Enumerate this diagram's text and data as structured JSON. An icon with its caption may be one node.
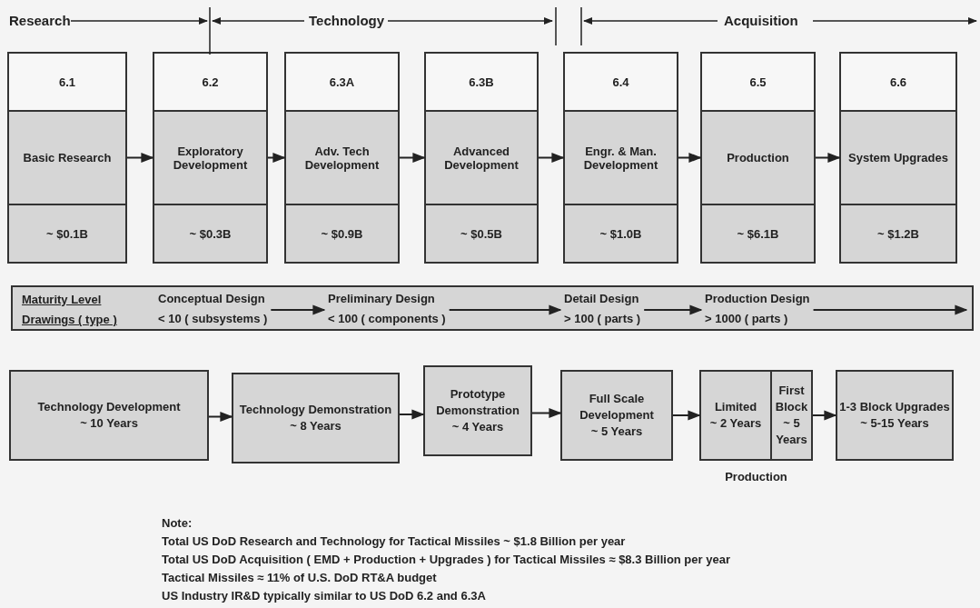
{
  "diagram": {
    "nodes": [
      {
        "text": [
          "6.1",
          "Basic Research",
          "~ $0.1B"
        ]
      },
      {
        "text": [
          "6.2",
          "Exploratory Development",
          "~ $0.3B"
        ]
      },
      {
        "text": [
          "6.3A",
          "Adv. Tech Development",
          "~ $0.9B"
        ]
      },
      {
        "text": [
          "6.3B",
          "Advanced Development",
          "~ $0.5B"
        ]
      },
      {
        "text": [
          "6.4",
          "Engr. & Man. Development",
          "~ $1.0B"
        ]
      },
      {
        "text": [
          "6.5",
          "Production",
          "~ $6.1B"
        ]
      },
      {
        "text": [
          "6.6",
          "System Upgrades",
          "~ $1.2B"
        ]
      },
      {
        "text": [
          "Maturity Level",
          "Drawings ( type )"
        ]
      },
      {
        "text": [
          "Conceptual Design",
          "< 10 ( subsystems )"
        ],
        "in": 7
      },
      {
        "text": [
          "Preliminary Design",
          "< 100 ( components )"
        ],
        "in": 7
      },
      {
        "text": [
          "Detail Design",
          "> 100 ( parts )"
        ],
        "in": 7
      },
      {
        "text": [
          "Production Design",
          "> 1000 ( parts )"
        ],
        "in": 7
      },
      {
        "text": [
          "Technology Development",
          "~ 10 Years"
        ]
      },
      {
        "text": [
          "Technology Demonstration",
          "~ 8 Years"
        ]
      },
      {
        "text": [
          "Prototype Demonstration",
          "~ 4 Years"
        ]
      },
      {
        "text": [
          "Full Scale Development",
          "~ 5 Years"
        ]
      },
      {
        "text": [
          "Production"
        ]
      },
      {
        "text": [
          "Limited",
          "~ 2 Years"
        ],
        "in": 16
      },
      {
        "text": [
          "First Block",
          "~ 5 Years"
        ],
        "in": 16
      },
      {
        "text": [
          "1-3 Block Upgrades",
          "~ 5-15 Years"
        ]
      }
    ],
    "edges": [
      {
        "from": 0,
        "to": 1,
        "arrow": "to"
      },
      {
        "from": 1,
        "to": 2,
        "arrow": "to"
      },
      {
        "from": 2,
        "to": 3,
        "arrow": "to"
      },
      {
        "from": 3,
        "to": 4,
        "arrow": "to"
      },
      {
        "from": 4,
        "to": 5,
        "arrow": "to"
      },
      {
        "from": 5,
        "to": 6,
        "arrow": "to"
      },
      {
        "from": 8,
        "to": 9,
        "arrow": "to"
      },
      {
        "from": 9,
        "to": 10,
        "arrow": "to"
      },
      {
        "from": 10,
        "to": 11,
        "arrow": "to"
      },
      {
        "from": 11,
        "to": null,
        "arrow": "to"
      },
      {
        "from": 12,
        "to": 13,
        "arrow": "to"
      },
      {
        "from": 13,
        "to": 14,
        "arrow": "to"
      },
      {
        "from": 14,
        "to": 15,
        "arrow": "to"
      },
      {
        "from": 15,
        "to": 16,
        "arrow": "to"
      },
      {
        "from": 16,
        "to": 19,
        "arrow": "to"
      }
    ],
    "labels": [
      "Research",
      "Technology",
      "Acquisition",
      "Note:",
      "Total US DoD Research and Technology for Tactical Missiles ~ $1.8 Billion per year",
      "Total US DoD Acquisition ( EMD + Production + Upgrades ) for Tactical Missiles ≈ $8.3 Billion per year",
      "Tactical Missiles ≈ 11% of U.S. DoD RT&A budget",
      "US Industry IR&D typically similar to US DoD 6.2 and 6.3A"
    ]
  }
}
